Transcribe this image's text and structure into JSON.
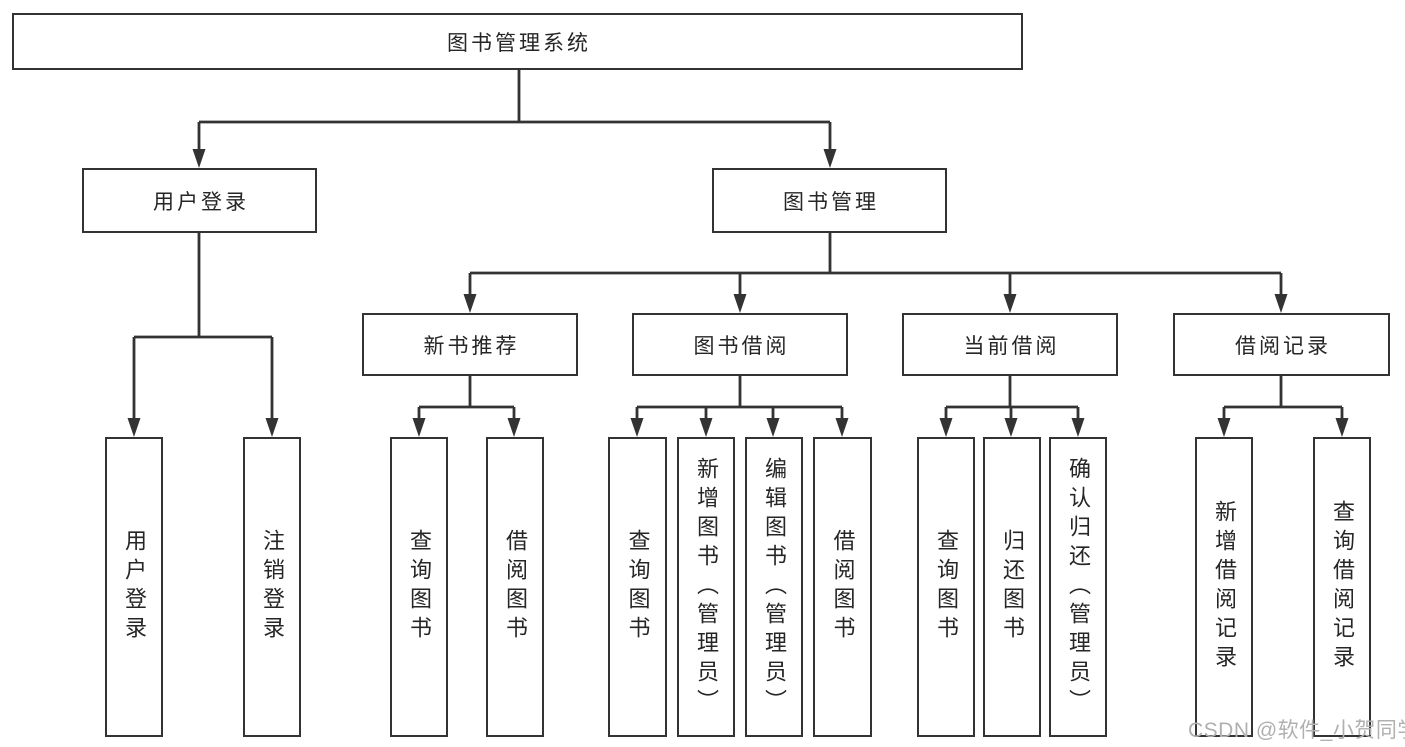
{
  "diagram": {
    "title": "图书管理系统",
    "branches": [
      {
        "label": "用户登录",
        "children": [
          "用户登录",
          "注销登录"
        ]
      },
      {
        "label": "图书管理",
        "groups": [
          {
            "label": "新书推荐",
            "children": [
              "查询图书",
              "借阅图书"
            ]
          },
          {
            "label": "图书借阅",
            "children": [
              "查询图书",
              "新增图书（管理员）",
              "编辑图书（管理员）",
              "借阅图书"
            ]
          },
          {
            "label": "当前借阅",
            "children": [
              "查询图书",
              "归还图书",
              "确认归还（管理员）"
            ]
          },
          {
            "label": "借阅记录",
            "children": [
              "新增借阅记录",
              "查询借阅记录"
            ]
          }
        ]
      }
    ]
  },
  "watermark": {
    "text": "CSDN @软件_小贺同学"
  },
  "colors": {
    "line": "#333333",
    "border": "#333333",
    "text": "#262626",
    "watermark": "#b0b0b0",
    "background": "#ffffff"
  }
}
